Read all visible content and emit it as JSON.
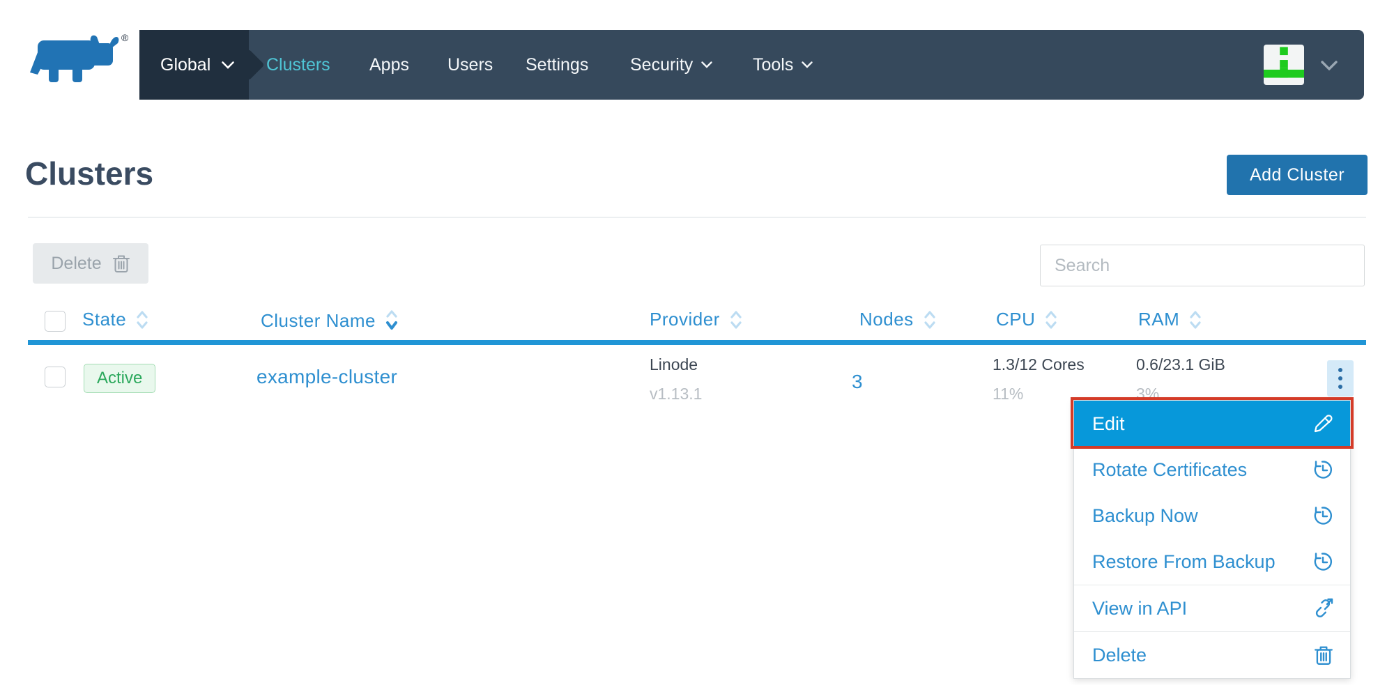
{
  "logo": {
    "registered": "®"
  },
  "nav": {
    "global_label": "Global",
    "items": [
      {
        "label": "Clusters",
        "active": true
      },
      {
        "label": "Apps",
        "active": false
      },
      {
        "label": "Users",
        "active": false
      },
      {
        "label": "Settings",
        "active": false
      },
      {
        "label": "Security",
        "active": false,
        "dropdown": true
      },
      {
        "label": "Tools",
        "active": false,
        "dropdown": true
      }
    ]
  },
  "page": {
    "title": "Clusters",
    "add_button": "Add Cluster"
  },
  "toolbar": {
    "delete_label": "Delete",
    "search_placeholder": "Search"
  },
  "table": {
    "columns": [
      "State",
      "Cluster Name",
      "Provider",
      "Nodes",
      "CPU",
      "RAM"
    ],
    "sorted_by": "Cluster Name",
    "sort_direction": "desc",
    "rows": [
      {
        "state": "Active",
        "name": "example-cluster",
        "provider": "Linode",
        "provider_version": "v1.13.1",
        "nodes": "3",
        "cpu": "1.3/12 Cores",
        "cpu_percent": "11%",
        "ram": "0.6/23.1 GiB",
        "ram_percent": "3%"
      }
    ]
  },
  "context_menu": {
    "items": [
      {
        "label": "Edit",
        "icon": "pencil-icon",
        "highlighted": true
      },
      {
        "label": "Rotate Certificates",
        "icon": "history-icon",
        "highlighted": false
      },
      {
        "label": "Backup Now",
        "icon": "history-icon",
        "highlighted": false
      },
      {
        "label": "Restore From Backup",
        "icon": "history-icon",
        "highlighted": false
      },
      {
        "label": "View in API",
        "icon": "external-link-icon",
        "highlighted": false
      },
      {
        "label": "Delete",
        "icon": "trash-icon",
        "highlighted": false
      }
    ]
  },
  "colors": {
    "navbar_bg": "#36495c",
    "navbar_crumb_bg": "#202f3e",
    "nav_active_teal": "#4fc5d5",
    "primary_blue": "#2173ad",
    "link_blue": "#2e8fd0",
    "menu_highlight_blue": "#0798da",
    "annotation_red": "#d43b28",
    "badge_green_text": "#2ba85c",
    "badge_green_bg": "#e9f8ed",
    "header_rule_blue": "#2095d6",
    "logo_blue": "#2173b4",
    "identicon_green": "#1ecb1e"
  }
}
